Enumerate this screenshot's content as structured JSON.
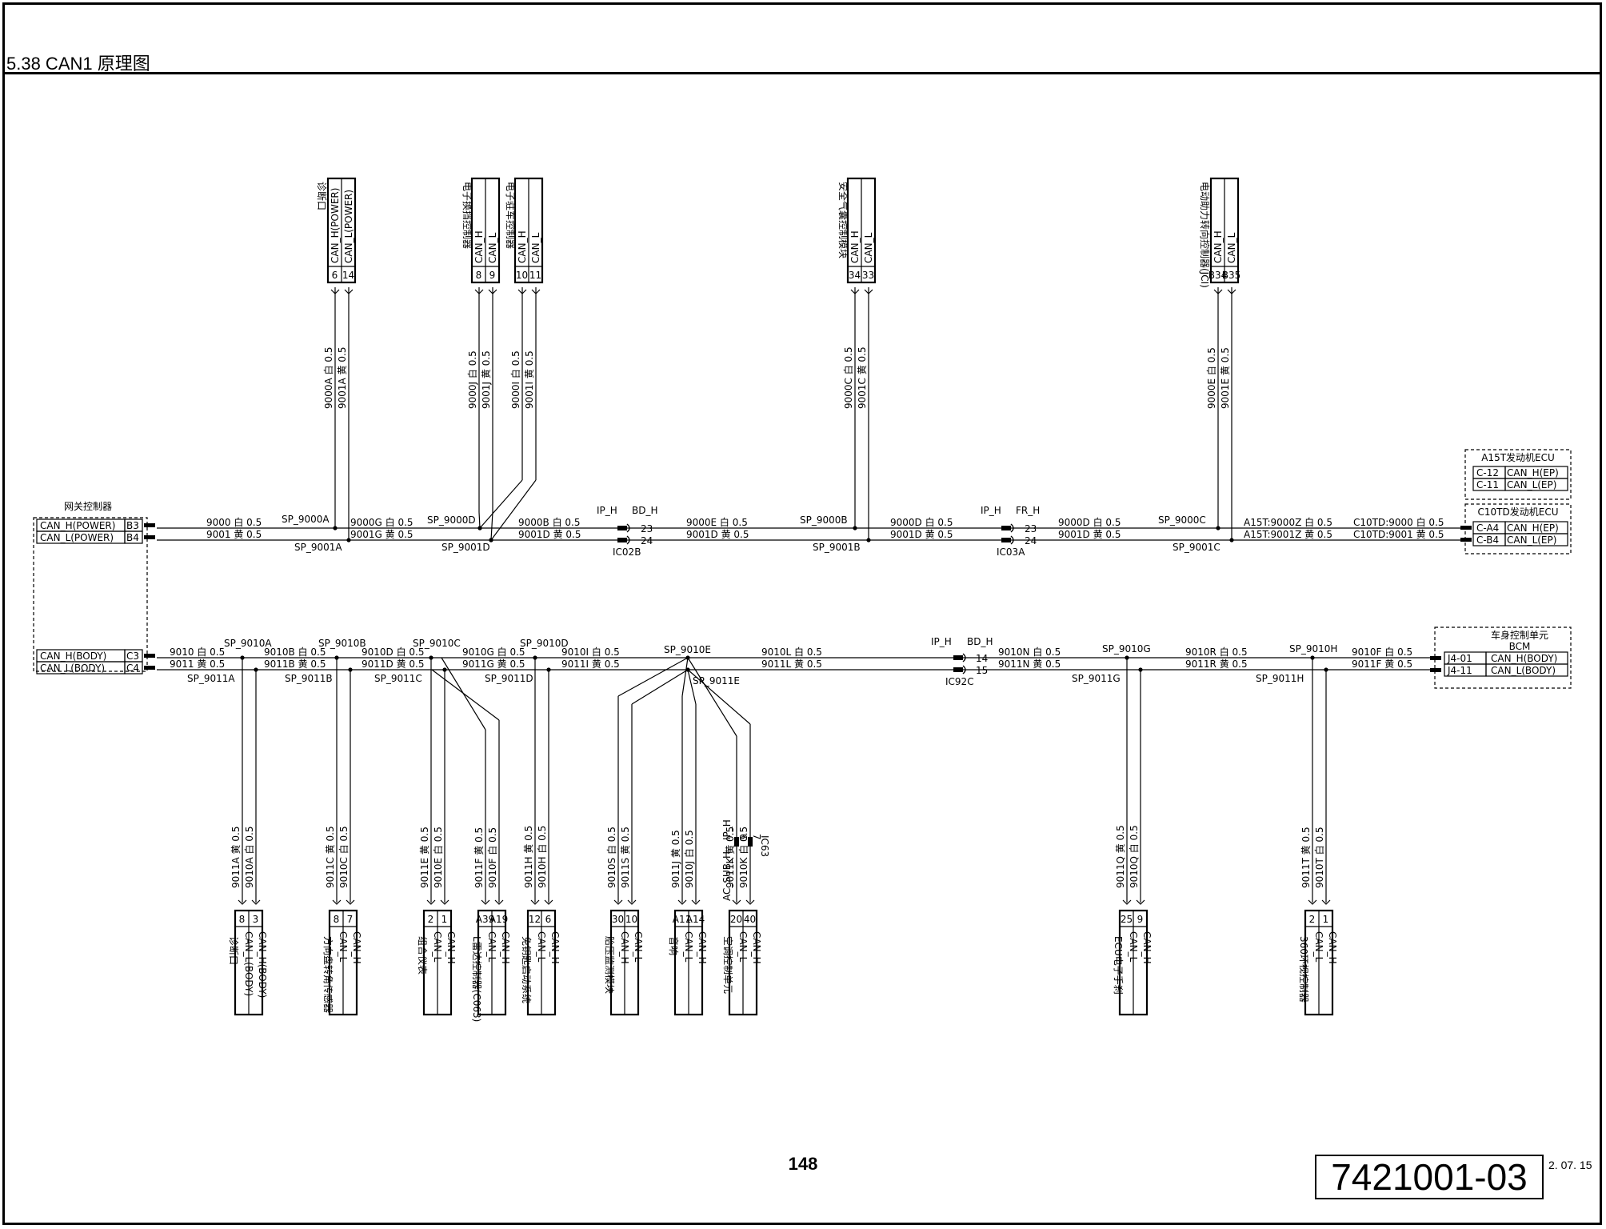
{
  "header": {
    "title": "5.38 CAN1 原理图"
  },
  "footer": {
    "page_number": "148",
    "doc_number": "7421001-03",
    "date": "2. 07. 15"
  },
  "colors": {
    "line": "#000000",
    "background": "#ffffff"
  },
  "gateway": {
    "title": "网关控制器",
    "pins": [
      {
        "signal": "CAN_H(POWER)",
        "pin": "B3"
      },
      {
        "signal": "CAN_L(POWER)",
        "pin": "B4"
      },
      {
        "signal": "CAN_H(BODY)",
        "pin": "C3"
      },
      {
        "signal": "CAN_L(BODY)",
        "pin": "C4"
      }
    ]
  },
  "power_bus": {
    "wires": [
      "9000 白 0.5",
      "9001 黄 0.5",
      "9000G 白 0.5",
      "9001G 黄 0.5",
      "9000B 白 0.5",
      "9001D 黄 0.5",
      "9000E 白 0.5",
      "9001D 黄 0.5",
      "9000D 白 0.5",
      "9001D 黄 0.5",
      "9000D 白 0.5",
      "9001D 黄 0.5",
      "A15T:9000Z 白 0.5",
      "A15T:9001Z 黄 0.5",
      "C10TD:9000 白 0.5",
      "C10TD:9001 黄 0.5"
    ],
    "splices": [
      "SP_9000A",
      "SP_9001A",
      "SP_9000D",
      "SP_9001D",
      "SP_9000B",
      "SP_9001B",
      "SP_9000C",
      "SP_9001C"
    ],
    "inline_connectors": [
      {
        "name": "IC02B",
        "from": "IP_H",
        "to": "BD_H",
        "pins": [
          "23",
          "24"
        ]
      },
      {
        "name": "IC03A",
        "from": "IP_H",
        "to": "FR_H",
        "pins": [
          "23",
          "24"
        ]
      }
    ]
  },
  "ecus": [
    {
      "title": "A15T发动机ECU",
      "pins": [
        {
          "pin": "C-12",
          "signal": "CAN_H(EP)"
        },
        {
          "pin": "C-11",
          "signal": "CAN_L(EP)"
        }
      ]
    },
    {
      "title": "C10TD发动机ECU",
      "pins": [
        {
          "pin": "C-A4",
          "signal": "CAN_H(EP)"
        },
        {
          "pin": "C-B4",
          "signal": "CAN_L(EP)"
        }
      ]
    }
  ],
  "top_modules": [
    {
      "name": "诊断口",
      "signals": [
        "CAN_H(POWER)",
        "CAN_L(POWER)"
      ],
      "pins": [
        "6",
        "14"
      ],
      "wires": [
        "9000A 白 0.5",
        "9001A 黄 0.5"
      ]
    },
    {
      "name": "电子换挡控制器",
      "signals": [
        "CAN_H",
        "CAN_L"
      ],
      "pins": [
        "8",
        "9"
      ],
      "wires": [
        "9000J 白 0.5",
        "9001J 黄 0.5"
      ]
    },
    {
      "name": "电子驻车控制器",
      "signals": [
        "CAN_H",
        "CAN_L"
      ],
      "pins": [
        "10",
        "11"
      ],
      "wires": [
        "9000I 白 0.5",
        "9001I 黄 0.5"
      ]
    },
    {
      "name": "安全气囊控制模块",
      "signals": [
        "CAN_H",
        "CAN_L"
      ],
      "pins": [
        "34",
        "33"
      ],
      "wires": [
        "9000C 白 0.5",
        "9001C 黄 0.5"
      ]
    },
    {
      "name": "电动助力转向控制器(JCI)",
      "signals": [
        "CAN_H",
        "CAN_L"
      ],
      "pins": [
        "B34",
        "B35"
      ],
      "wires": [
        "9000E 白 0.5",
        "9001E 黄 0.5"
      ]
    }
  ],
  "body_bus": {
    "wires": [
      "9010 白 0.5",
      "9011 黄 0.5",
      "9010B 白 0.5",
      "9011B 黄 0.5",
      "9010D 白 0.5",
      "9011D 黄 0.5",
      "9010G 白 0.5",
      "9011G 黄 0.5",
      "9010I 白 0.5",
      "9011I 黄 0.5",
      "9010L 白 0.5",
      "9011L 黄 0.5",
      "9010N 白 0.5",
      "9011N 黄 0.5",
      "9010R 白 0.5",
      "9011R 黄 0.5",
      "9010F 白 0.5",
      "9011F 黄 0.5"
    ],
    "splices": [
      "SP_9010A",
      "SP_9011A",
      "SP_9010B",
      "SP_9011B",
      "SP_9010C",
      "SP_9011C",
      "SP_9010D",
      "SP_9011D",
      "SP_9010E",
      "SP_9011E",
      "SP_9010G",
      "SP_9011G",
      "SP_9010H",
      "SP_9011H"
    ],
    "inline_connectors": [
      {
        "name": "IC92C",
        "from": "IP_H",
        "to": "BD_H",
        "pins": [
          "14",
          "15"
        ]
      }
    ]
  },
  "bcm": {
    "title": "车身控制单元",
    "subtitle": "BCM",
    "pins": [
      {
        "pin": "J4-01",
        "signal": "CAN_H(BODY)"
      },
      {
        "pin": "J4-11",
        "signal": "CAN_L(BODY)"
      }
    ]
  },
  "bottom_modules": [
    {
      "name": "诊断口",
      "signals": [
        "CAN_L(BODY)",
        "CAN_H(BODY)"
      ],
      "pins": [
        "8",
        "3"
      ],
      "wires": [
        "9011A 黄 0.5",
        "9010A 白 0.5"
      ]
    },
    {
      "name": "方向盘转角传感器",
      "signals": [
        "CAN_L",
        "CAN_H"
      ],
      "pins": [
        "8",
        "7"
      ],
      "wires": [
        "9011C 黄 0.5",
        "9010C 白 0.5"
      ]
    },
    {
      "name": "组合仪表",
      "signals": [
        "CAN_L",
        "CAN_H"
      ],
      "pins": [
        "2",
        "1"
      ],
      "wires": [
        "9011E 黄 0.5",
        "9010E 白 0.5"
      ]
    },
    {
      "name": "L雷达控制器(C063)",
      "signals": [
        "CAN_L",
        "CAN_H"
      ],
      "pins": [
        "A39",
        "A19"
      ],
      "wires": [
        "9011F 黄 0.5",
        "9010F 白 0.5"
      ]
    },
    {
      "name": "免钥匙启动系统",
      "signals": [
        "CAN_L",
        "CAN_H"
      ],
      "pins": [
        "12",
        "6"
      ],
      "wires": [
        "9011H 黄 0.5",
        "9010H 白 0.5"
      ]
    },
    {
      "name": "胎压监测模块",
      "signals": [
        "CAN_H",
        "CAN_L"
      ],
      "pins": [
        "30",
        "10"
      ],
      "wires": [
        "9010S 白 0.5",
        "9011S 黄 0.5"
      ]
    },
    {
      "name": "音响",
      "signals": [
        "CAN_L",
        "CAN_H"
      ],
      "pins": [
        "A11",
        "A14"
      ],
      "wires": [
        "9011J 黄 0.5",
        "9010J 白 0.5"
      ]
    },
    {
      "name": "空调控制单元",
      "signals": [
        "CAN_L",
        "CAN_H"
      ],
      "pins": [
        "20",
        "40"
      ],
      "wires": [
        "9011K 黄 0.5",
        "9010K 白 0.5"
      ],
      "inline": {
        "name": "IC63",
        "from": "AC_SUB_H",
        "to": "IP_H",
        "pins": [
          "6",
          "7"
        ]
      }
    },
    {
      "name": "ECU电子手刹",
      "signals": [
        "CAN_L",
        "CAN_H"
      ],
      "pins": [
        "25",
        "9"
      ],
      "wires": [
        "9011Q 黄 0.5",
        "9010Q 白 0.5"
      ]
    },
    {
      "name": "360环视控制器",
      "signals": [
        "CAN_L",
        "CAN_H"
      ],
      "pins": [
        "2",
        "1"
      ],
      "wires": [
        "9011T 黄 0.5",
        "9010T 白 0.5"
      ]
    }
  ]
}
